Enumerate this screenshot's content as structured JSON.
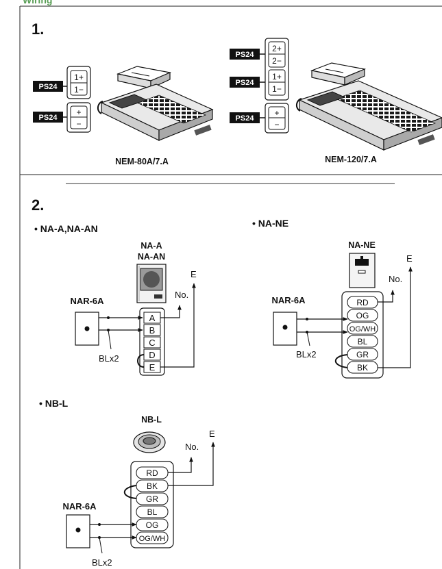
{
  "header": {
    "title": "Wiring",
    "accent_color": "#5a9e57"
  },
  "section1": {
    "number": "1.",
    "left": {
      "model": "NEM-80A/7.A",
      "ps_label_1": "PS24",
      "ps_label_2": "PS24",
      "terminals_top": [
        "1+",
        "1−"
      ],
      "terminals_bottom": [
        "+",
        "−"
      ]
    },
    "right": {
      "model": "NEM-120/7.A",
      "ps_label_1": "PS24",
      "ps_label_2": "PS24",
      "ps_label_3": "PS24",
      "terminals_a": [
        "2+",
        "2−"
      ],
      "terminals_b": [
        "1+",
        "1−"
      ],
      "terminals_c": [
        "+",
        "−"
      ]
    }
  },
  "section2": {
    "number": "2.",
    "naa": {
      "title": "• NA-A,NA-AN",
      "device_label_1": "NA-A",
      "device_label_2": "NA-AN",
      "nar_label": "NAR-6A",
      "cable": "BLx2",
      "no_label": "No.",
      "e_label": "E",
      "terminals": [
        "A",
        "B",
        "C",
        "D",
        "E"
      ]
    },
    "nane": {
      "title": "• NA-NE",
      "device_label": "NA-NE",
      "nar_label": "NAR-6A",
      "cable": "BLx2",
      "no_label": "No.",
      "e_label": "E",
      "terminals": [
        "RD",
        "OG",
        "OG/WH",
        "BL",
        "GR",
        "BK"
      ]
    },
    "nbl": {
      "title": "• NB-L",
      "device_label": "NB-L",
      "nar_label": "NAR-6A",
      "cable": "BLx2",
      "no_label": "No.",
      "e_label": "E",
      "terminals": [
        "RD",
        "BK",
        "GR",
        "BL",
        "OG",
        "OG/WH"
      ]
    }
  }
}
